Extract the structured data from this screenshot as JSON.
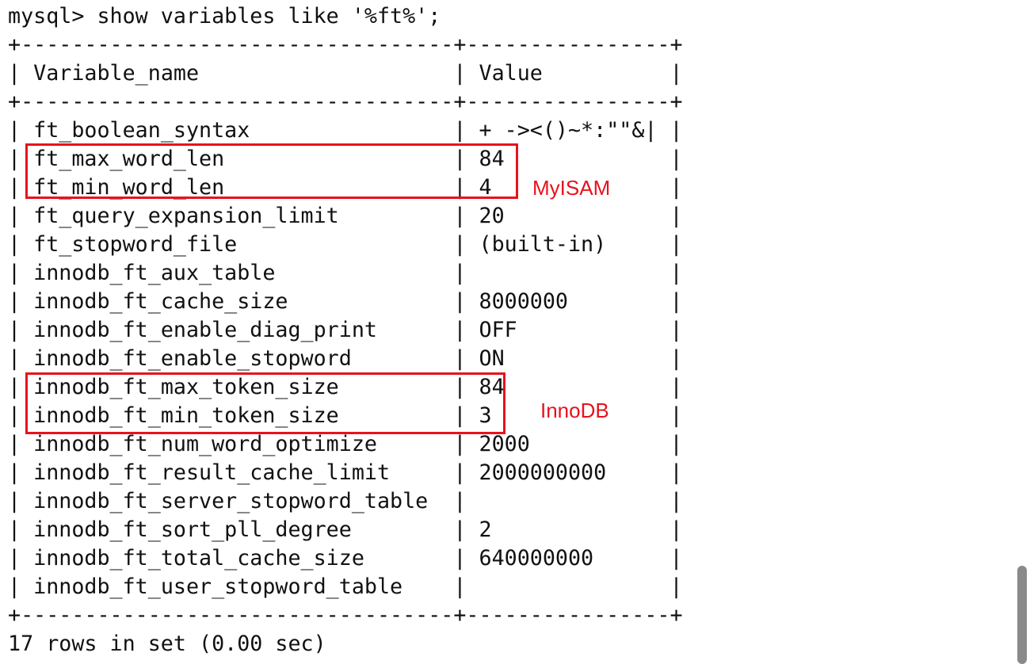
{
  "terminal": {
    "command": "mysql> show variables like '%ft%';",
    "border": "+----------------------------------+----------------+",
    "header_name": "Variable_name",
    "header_value": "Value",
    "rows": [
      {
        "name": "ft_boolean_syntax",
        "value": "+ -><()~*:\"\"&|"
      },
      {
        "name": "ft_max_word_len",
        "value": "84"
      },
      {
        "name": "ft_min_word_len",
        "value": "4"
      },
      {
        "name": "ft_query_expansion_limit",
        "value": "20"
      },
      {
        "name": "ft_stopword_file",
        "value": "(built-in)"
      },
      {
        "name": "innodb_ft_aux_table",
        "value": ""
      },
      {
        "name": "innodb_ft_cache_size",
        "value": "8000000"
      },
      {
        "name": "innodb_ft_enable_diag_print",
        "value": "OFF"
      },
      {
        "name": "innodb_ft_enable_stopword",
        "value": "ON"
      },
      {
        "name": "innodb_ft_max_token_size",
        "value": "84"
      },
      {
        "name": "innodb_ft_min_token_size",
        "value": "3"
      },
      {
        "name": "innodb_ft_num_word_optimize",
        "value": "2000"
      },
      {
        "name": "innodb_ft_result_cache_limit",
        "value": "2000000000"
      },
      {
        "name": "innodb_ft_server_stopword_table",
        "value": ""
      },
      {
        "name": "innodb_ft_sort_pll_degree",
        "value": "2"
      },
      {
        "name": "innodb_ft_total_cache_size",
        "value": "640000000"
      },
      {
        "name": "innodb_ft_user_stopword_table",
        "value": ""
      }
    ],
    "footer": "17 rows in set (0.00 sec)"
  },
  "annotations": {
    "myisam_label": "MyISAM",
    "innodb_label": "InnoDB",
    "highlight_color": "#e8121e"
  }
}
